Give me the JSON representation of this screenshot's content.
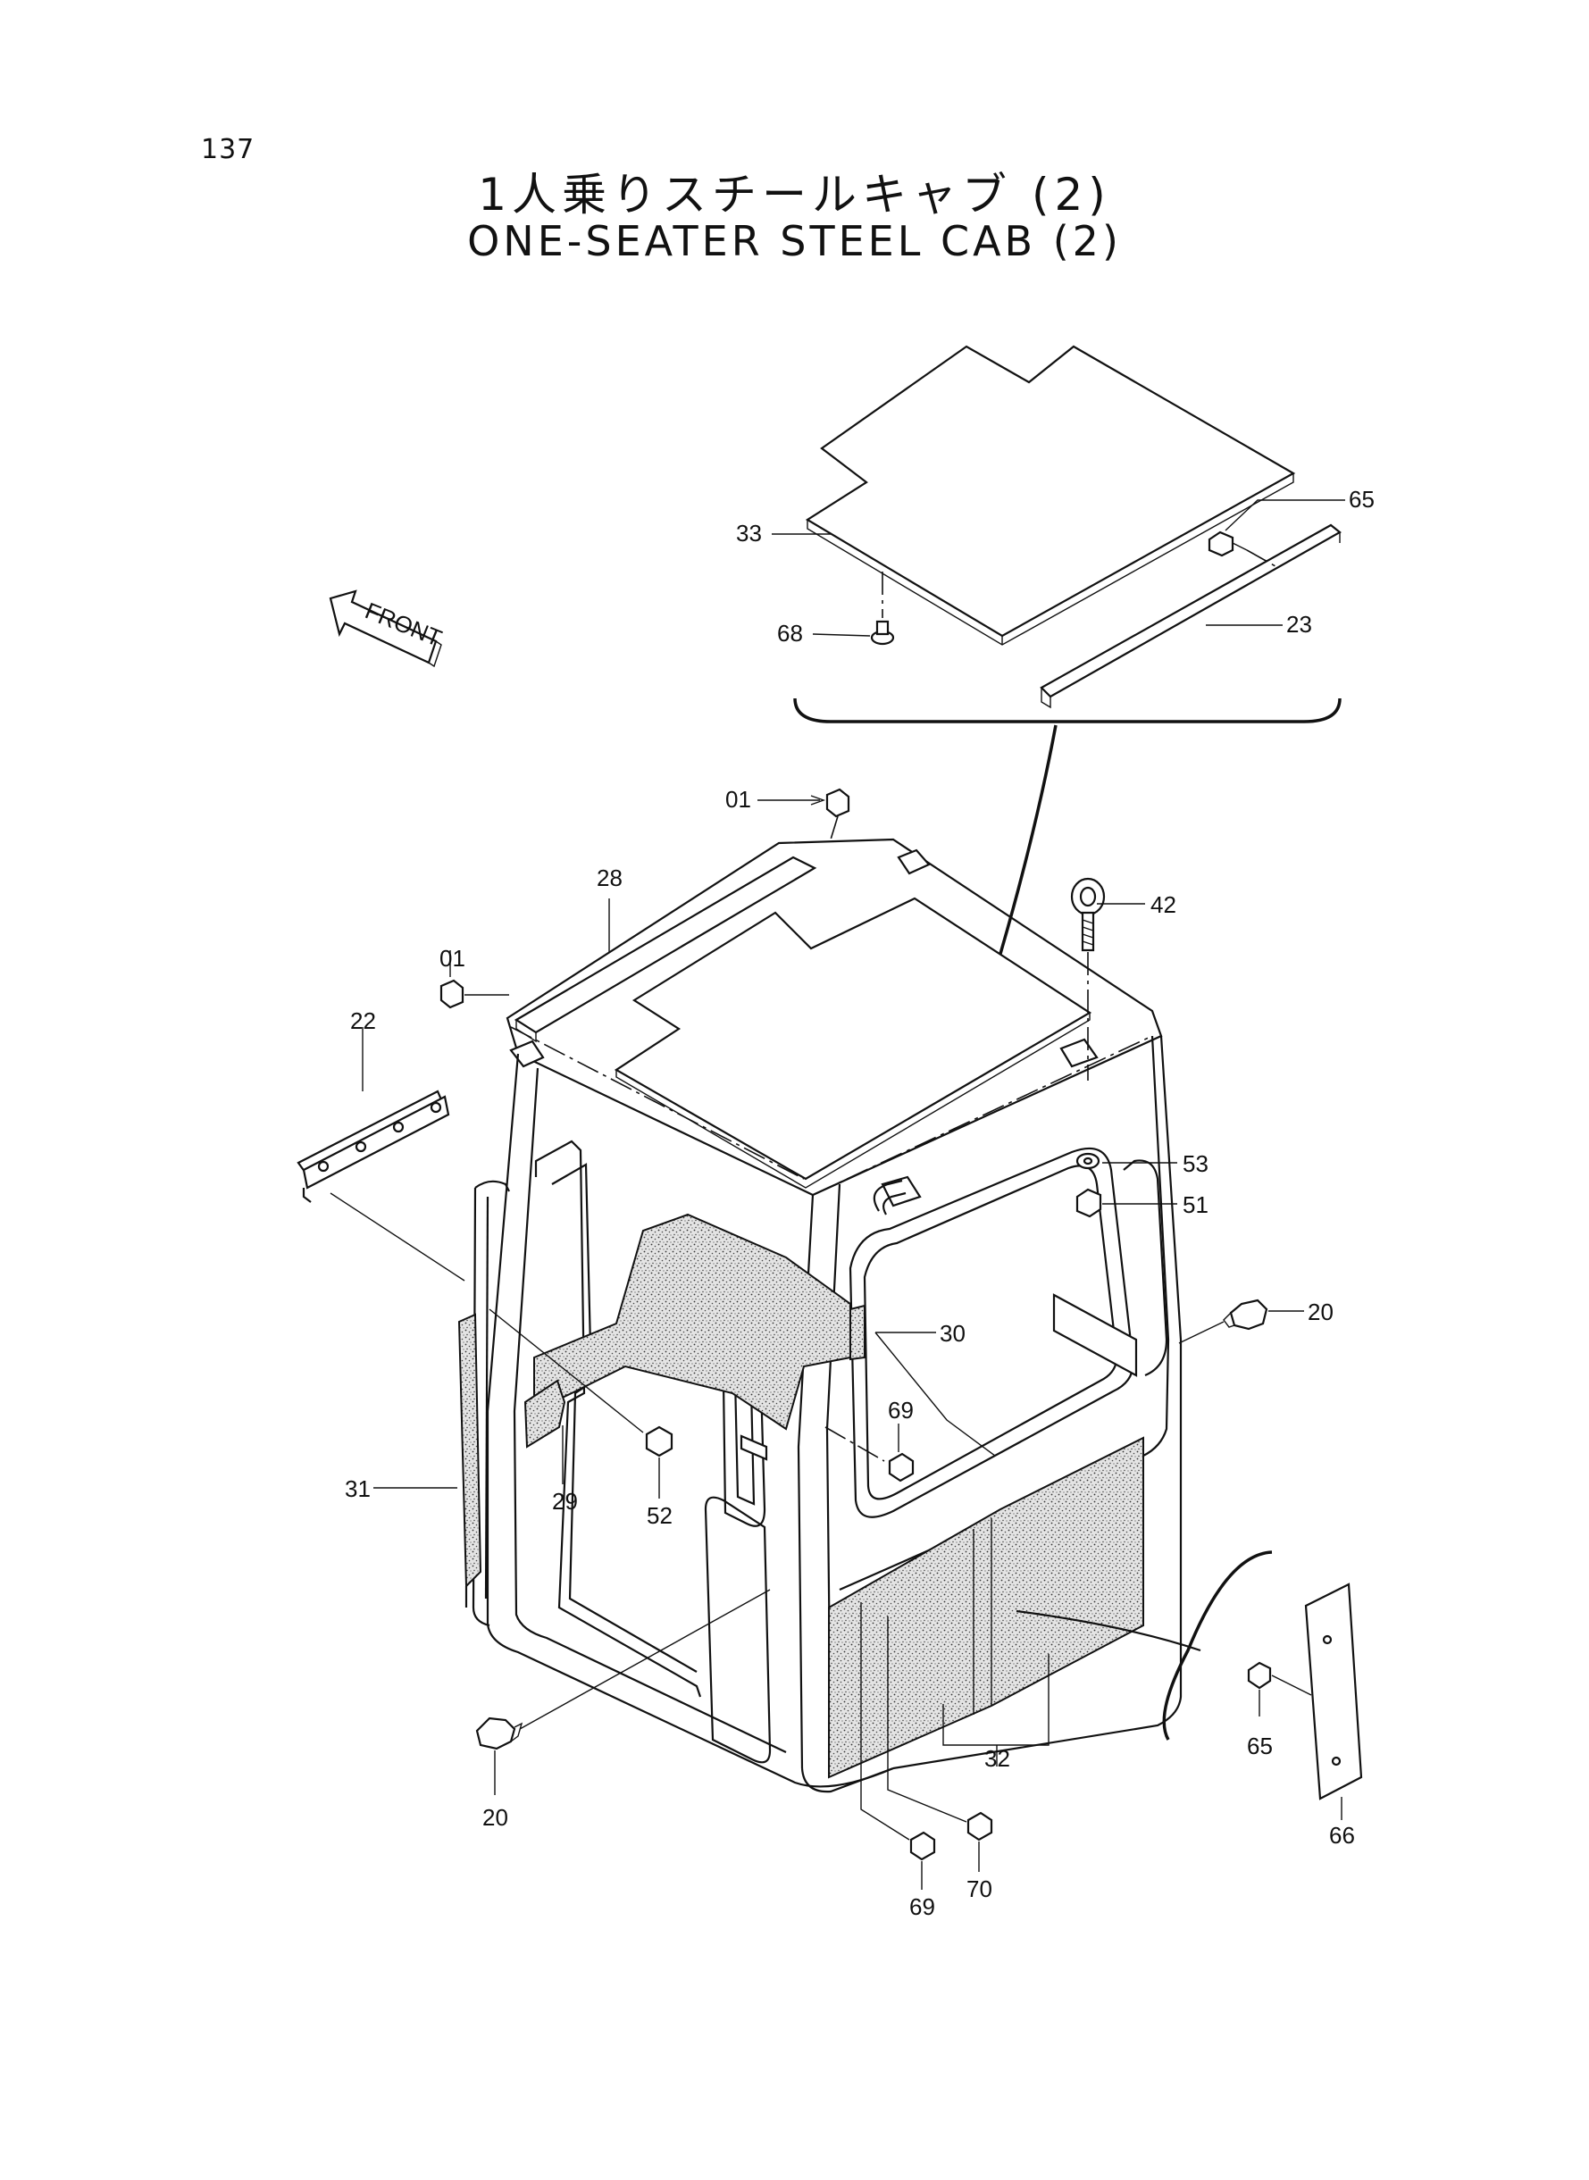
{
  "page_number": "137",
  "title_jp": "1人乗りスチールキャブ (2)",
  "title_en": "ONE-SEATER STEEL CAB (2)",
  "front_arrow_label": "FRONT",
  "part_labels": {
    "p01_top": "01",
    "p01_left": "01",
    "p20_right": "20",
    "p20_bottom": "20",
    "p22": "22",
    "p23": "23",
    "p28": "28",
    "p29": "29",
    "p30": "30",
    "p31": "31",
    "p32": "32",
    "p33": "33",
    "p42": "42",
    "p51": "51",
    "p52": "52",
    "p53": "53",
    "p65_top": "65",
    "p65_bottom": "65",
    "p66": "66",
    "p68": "68",
    "p69_mid": "69",
    "p69_bottom": "69",
    "p70": "70"
  }
}
